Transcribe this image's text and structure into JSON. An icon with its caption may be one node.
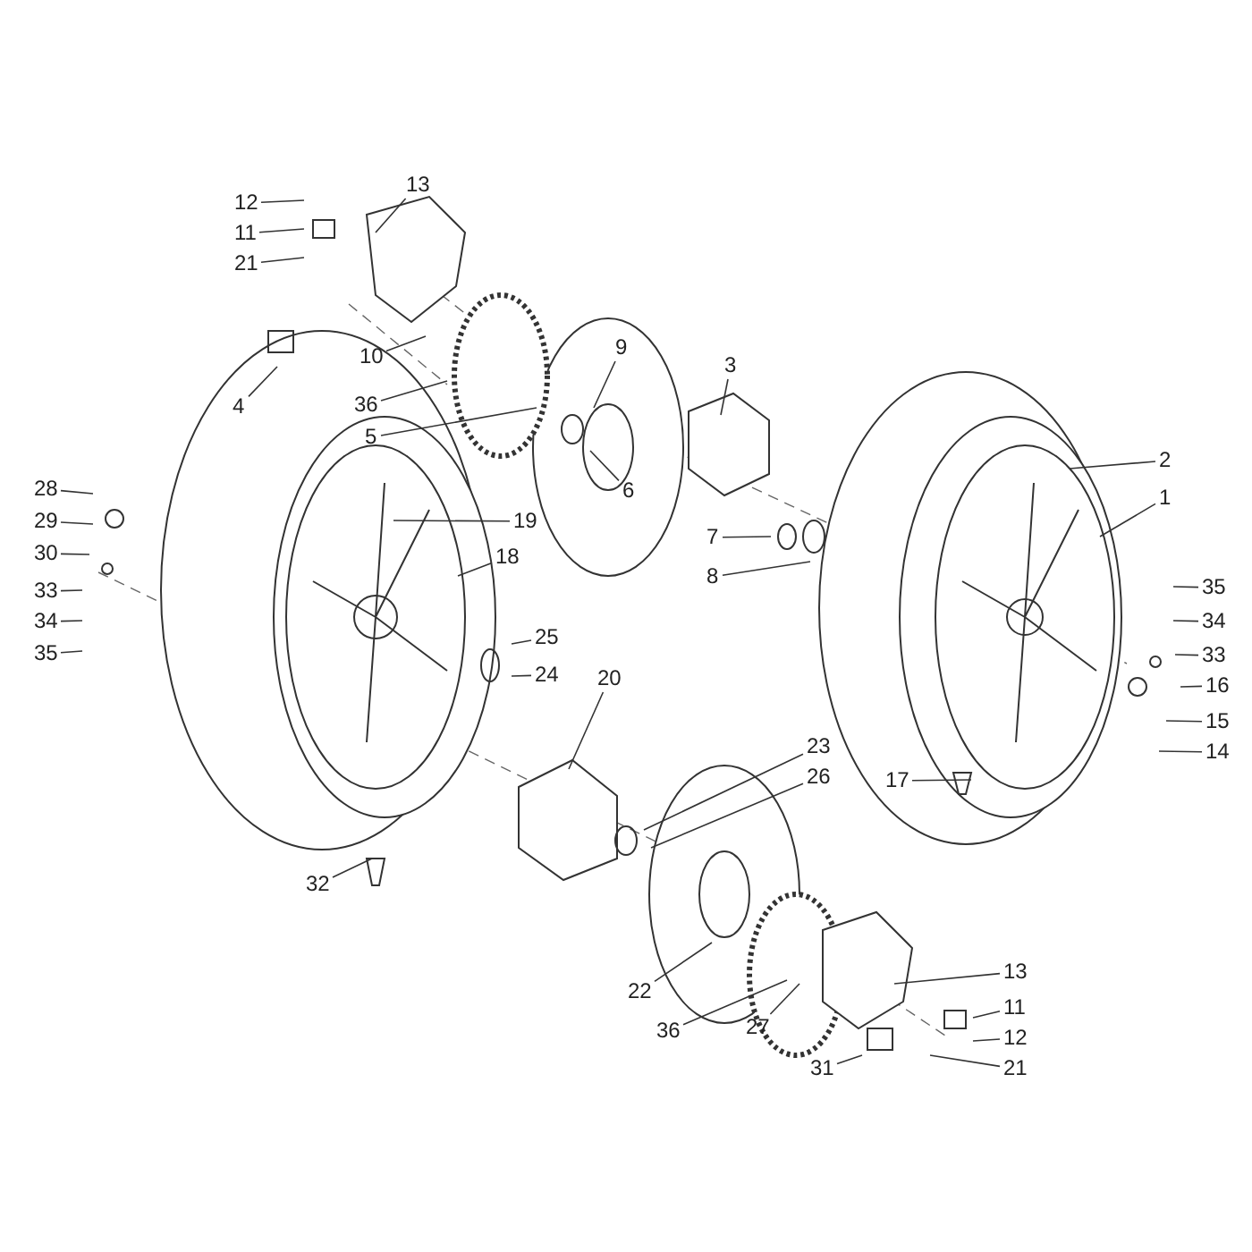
{
  "diagram": {
    "nodes": [
      {
        "text": [
          "12"
        ]
      },
      {
        "text": [
          "13"
        ]
      },
      {
        "text": [
          "11"
        ]
      },
      {
        "text": [
          "21"
        ]
      },
      {
        "text": [
          "10"
        ]
      },
      {
        "text": [
          "4"
        ]
      },
      {
        "text": [
          "36"
        ]
      },
      {
        "text": [
          "5"
        ]
      },
      {
        "text": [
          "9"
        ]
      },
      {
        "text": [
          "3"
        ]
      },
      {
        "text": [
          "6"
        ]
      },
      {
        "text": [
          "2"
        ]
      },
      {
        "text": [
          "1"
        ]
      },
      {
        "text": [
          "7"
        ]
      },
      {
        "text": [
          "8"
        ]
      },
      {
        "text": [
          "28"
        ]
      },
      {
        "text": [
          "29"
        ]
      },
      {
        "text": [
          "30"
        ]
      },
      {
        "text": [
          "19"
        ]
      },
      {
        "text": [
          "18"
        ]
      },
      {
        "text": [
          "33"
        ]
      },
      {
        "text": [
          "34"
        ]
      },
      {
        "text": [
          "35"
        ]
      },
      {
        "text": [
          "25"
        ]
      },
      {
        "text": [
          "24"
        ]
      },
      {
        "text": [
          "20"
        ]
      },
      {
        "text": [
          "35"
        ]
      },
      {
        "text": [
          "34"
        ]
      },
      {
        "text": [
          "33"
        ]
      },
      {
        "text": [
          "16"
        ]
      },
      {
        "text": [
          "15"
        ]
      },
      {
        "text": [
          "14"
        ]
      },
      {
        "text": [
          "17"
        ]
      },
      {
        "text": [
          "23"
        ]
      },
      {
        "text": [
          "26"
        ]
      },
      {
        "text": [
          "32"
        ]
      },
      {
        "text": [
          "22"
        ]
      },
      {
        "text": [
          "36"
        ]
      },
      {
        "text": [
          "27"
        ]
      },
      {
        "text": [
          "13"
        ]
      },
      {
        "text": [
          "11"
        ]
      },
      {
        "text": [
          "12"
        ]
      },
      {
        "text": [
          "31"
        ]
      },
      {
        "text": [
          "21"
        ]
      }
    ],
    "edges": [
      {
        "from": 0,
        "to": null,
        "arrow": "none"
      },
      {
        "from": 1,
        "to": null,
        "arrow": "none"
      },
      {
        "from": 2,
        "to": null,
        "arrow": "none"
      },
      {
        "from": 3,
        "to": null,
        "arrow": "none"
      },
      {
        "from": 4,
        "to": null,
        "arrow": "none"
      },
      {
        "from": 5,
        "to": null,
        "arrow": "none"
      },
      {
        "from": 6,
        "to": null,
        "arrow": "none"
      },
      {
        "from": 7,
        "to": null,
        "arrow": "none"
      },
      {
        "from": 8,
        "to": null,
        "arrow": "none"
      },
      {
        "from": 9,
        "to": null,
        "arrow": "none"
      },
      {
        "from": 10,
        "to": null,
        "arrow": "none"
      },
      {
        "from": 11,
        "to": null,
        "arrow": "none"
      },
      {
        "from": 12,
        "to": null,
        "arrow": "none"
      },
      {
        "from": 13,
        "to": null,
        "arrow": "none"
      },
      {
        "from": 14,
        "to": null,
        "arrow": "none"
      },
      {
        "from": 15,
        "to": null,
        "arrow": "none"
      },
      {
        "from": 16,
        "to": null,
        "arrow": "none"
      },
      {
        "from": 17,
        "to": null,
        "arrow": "none"
      },
      {
        "from": 18,
        "to": null,
        "arrow": "none"
      },
      {
        "from": 19,
        "to": null,
        "arrow": "none"
      },
      {
        "from": 20,
        "to": null,
        "arrow": "none"
      },
      {
        "from": 21,
        "to": null,
        "arrow": "none"
      },
      {
        "from": 22,
        "to": null,
        "arrow": "none"
      },
      {
        "from": 23,
        "to": null,
        "arrow": "none"
      },
      {
        "from": 24,
        "to": null,
        "arrow": "none"
      },
      {
        "from": 25,
        "to": null,
        "arrow": "none"
      },
      {
        "from": 26,
        "to": null,
        "arrow": "none"
      },
      {
        "from": 27,
        "to": null,
        "arrow": "none"
      },
      {
        "from": 28,
        "to": null,
        "arrow": "none"
      },
      {
        "from": 29,
        "to": null,
        "arrow": "none"
      },
      {
        "from": 30,
        "to": null,
        "arrow": "none"
      },
      {
        "from": 31,
        "to": null,
        "arrow": "none"
      },
      {
        "from": 32,
        "to": null,
        "arrow": "none"
      },
      {
        "from": 33,
        "to": null,
        "arrow": "none"
      },
      {
        "from": 34,
        "to": null,
        "arrow": "none"
      },
      {
        "from": 35,
        "to": null,
        "arrow": "none"
      },
      {
        "from": 36,
        "to": null,
        "arrow": "none"
      },
      {
        "from": 37,
        "to": null,
        "arrow": "none"
      },
      {
        "from": 38,
        "to": null,
        "arrow": "none"
      },
      {
        "from": 39,
        "to": null,
        "arrow": "none"
      },
      {
        "from": 40,
        "to": null,
        "arrow": "none"
      },
      {
        "from": 41,
        "to": null,
        "arrow": "none"
      },
      {
        "from": 42,
        "to": null,
        "arrow": "none"
      },
      {
        "from": 43,
        "to": null,
        "arrow": "none"
      }
    ]
  }
}
